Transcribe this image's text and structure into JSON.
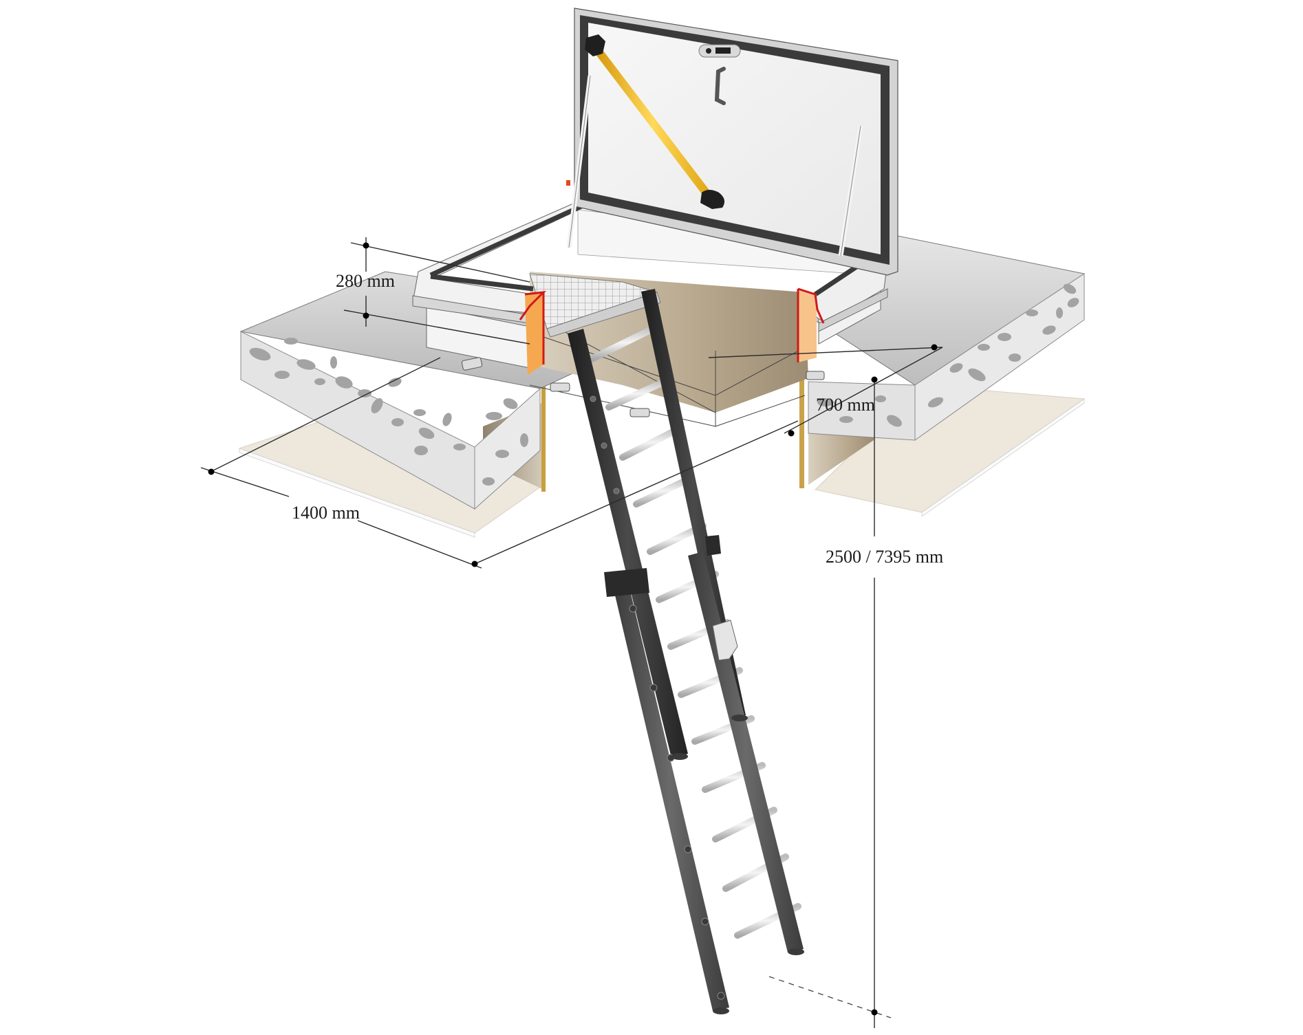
{
  "diagram": {
    "subject": "Roof hatch with extendable access ladder",
    "colors": {
      "background": "#ffffff",
      "slab_top": "#c9c9c9",
      "slab_side": "#e4e4e4",
      "concrete_aggregate": "#9d9d9d",
      "ceiling_board": "#ede7dc",
      "shaft_wall": "#b5a78f",
      "hatch_frame": "#f2f2f2",
      "seal": "#3a3a3a",
      "gas_strut_yellow": "#f2c230",
      "insulation_orange": "#f5a850",
      "fire_seal_red": "#d0191a",
      "ladder_dark": "#2b2b2b",
      "ladder_rung": "#d8d8d8"
    },
    "components": {
      "lid": "Hatch lid (open)",
      "gas_strut": "Gas strut",
      "handle": "Lid handle",
      "lock": "Lock",
      "frame": "Hatch frame with seal",
      "grating_platform": "Grating platform",
      "ladder_upper": "Upper ladder section",
      "ladder_lower": "Lower ladder section",
      "slab_left": "Concrete roof slab (left)",
      "slab_right": "Concrete roof slab (right)",
      "ceiling_left": "Ceiling board (left)",
      "ceiling_right": "Ceiling board (right)"
    },
    "dimensions": {
      "frame_height": "280 mm",
      "opening_width": "700 mm",
      "opening_length": "1400 mm",
      "floor_height": "2500 / 7395 mm"
    }
  }
}
